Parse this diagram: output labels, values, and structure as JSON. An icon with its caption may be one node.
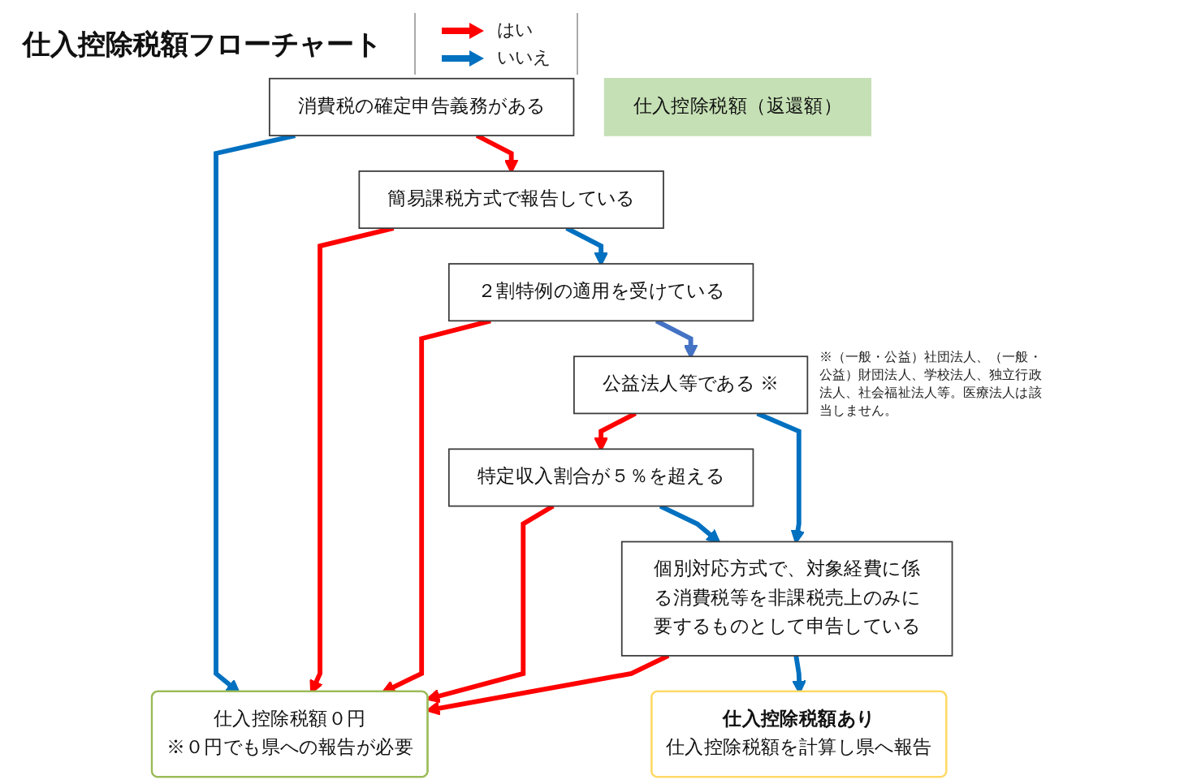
{
  "diagram": {
    "title": "仕入控除税額フローチャート",
    "nodes": [
      {
        "text": [
          "消費税の確定申告義務がある"
        ]
      },
      {
        "text": [
          "簡易課税方式で報告している"
        ]
      },
      {
        "text": [
          "２割特例の適用を受けている"
        ]
      },
      {
        "text": [
          "公益法人等である ※"
        ],
        "beside": [
          "※（一般・公益）社団法人、（一般・公益）財団法人、学校法人、独立行政法人、社会福祉法人等。医療法人は該当しません。"
        ]
      },
      {
        "text": [
          "特定収入割合が５％を超える"
        ]
      },
      {
        "text": [
          "個別対応方式で、対象経費に係る消費税等を非課税売上のみに要するものとして申告している"
        ]
      },
      {
        "text": [
          "仕入控除税額（返還額）"
        ]
      },
      {
        "text": [
          "仕入控除税額０円",
          "※０円でも県への報告が必要"
        ]
      },
      {
        "text": [
          "仕入控除税額あり",
          "仕入控除税額を計算し県へ報告"
        ]
      }
    ],
    "edges": [
      {
        "from": 0,
        "to": 7,
        "arrow": "to",
        "color": "#0070c0"
      },
      {
        "from": 0,
        "to": 1,
        "arrow": "to",
        "color": "#ff0000"
      },
      {
        "from": 1,
        "to": 7,
        "arrow": "to",
        "color": "#ff0000"
      },
      {
        "from": 1,
        "to": 2,
        "arrow": "to",
        "color": "#0070c0"
      },
      {
        "from": 2,
        "to": 7,
        "arrow": "to",
        "color": "#ff0000"
      },
      {
        "from": 2,
        "to": 3,
        "arrow": "to",
        "color": "#4472c4"
      },
      {
        "from": 3,
        "to": 4,
        "arrow": "to",
        "color": "#ff0000"
      },
      {
        "from": 3,
        "to": 5,
        "arrow": "to",
        "color": "#0070c0"
      },
      {
        "from": 4,
        "to": 7,
        "arrow": "to",
        "color": "#ff0000"
      },
      {
        "from": 4,
        "to": 5,
        "arrow": "to",
        "color": "#0070c0"
      },
      {
        "from": 5,
        "to": 7,
        "arrow": "to",
        "color": "#ff0000"
      },
      {
        "from": 5,
        "to": 8,
        "arrow": "to",
        "color": "#0070c0"
      }
    ],
    "legend": [
      {
        "text": "はい",
        "color": "#ff0000"
      },
      {
        "text": "いいえ",
        "color": "#0070c0"
      }
    ]
  }
}
